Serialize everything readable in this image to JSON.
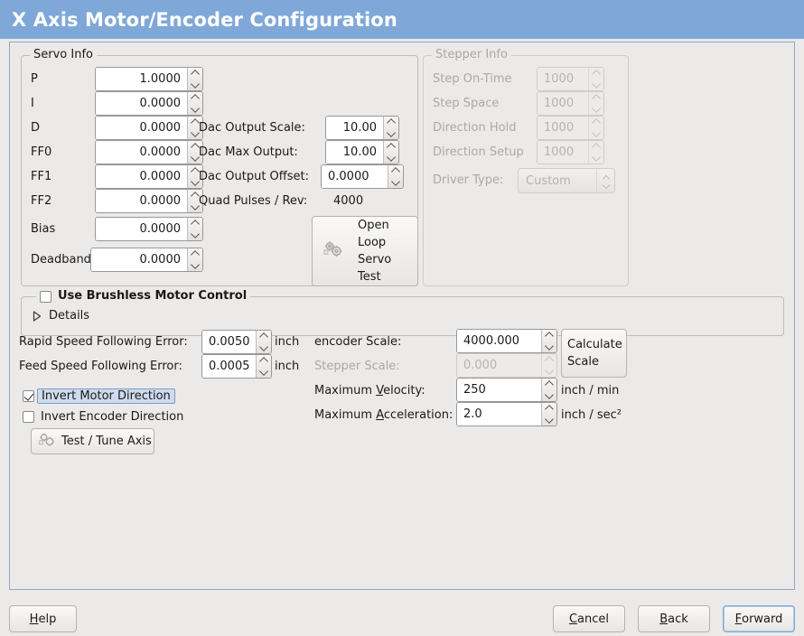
{
  "window": {
    "title": "X Axis Motor/Encoder Configuration",
    "title_bar_color": "#7FA8D8",
    "panel_border_color": "#8AA9D0",
    "background_color": "#ECEAE8"
  },
  "servo_info": {
    "legend": "Servo Info",
    "fields": [
      {
        "label": "P",
        "value": "1.0000"
      },
      {
        "label": "I",
        "value": "0.0000"
      },
      {
        "label": "D",
        "value": "0.0000"
      },
      {
        "label": "FF0",
        "value": "0.0000"
      },
      {
        "label": "FF1",
        "value": "0.0000"
      },
      {
        "label": "FF2",
        "value": "0.0000"
      },
      {
        "label": "Bias",
        "value": "0.0000"
      },
      {
        "label": "Deadband",
        "value": "0.0000"
      }
    ],
    "dac": [
      {
        "label": "Dac Output Scale:",
        "value": "10.00"
      },
      {
        "label": "Dac Max Output:",
        "value": "10.00"
      },
      {
        "label": "Dac Output Offset:",
        "value": "0.0000"
      }
    ],
    "quad_pulses_label": "Quad Pulses / Rev:",
    "quad_pulses_value": "4000",
    "open_loop_button": {
      "line1": "Open",
      "line2": "Loop",
      "line3": "Servo",
      "line4": "Test"
    }
  },
  "stepper_info": {
    "legend": "Stepper Info",
    "enabled": false,
    "fields": [
      {
        "label": "Step On-Time",
        "value": "1000"
      },
      {
        "label": "Step Space",
        "value": "1000"
      },
      {
        "label": "Direction Hold",
        "value": "1000"
      },
      {
        "label": "Direction Setup",
        "value": "1000"
      }
    ],
    "driver_type_label": "Driver Type:",
    "driver_type_value": "Custom"
  },
  "brushless": {
    "checkbox_label": "Use Brushless Motor Control",
    "checked": false,
    "details_label": "Details",
    "details_expanded": false
  },
  "tuning": {
    "rapid_label": "Rapid Speed Following Error:",
    "rapid_value": "0.0050",
    "rapid_unit": "inch",
    "feed_label": "Feed Speed Following Error:",
    "feed_value": "0.0005",
    "feed_unit": "inch",
    "invert_motor_label": "Invert Motor Direction",
    "invert_motor_checked": true,
    "invert_encoder_label": "Invert Encoder Direction",
    "invert_encoder_checked": false,
    "test_tune_label": "Test / Tune Axis"
  },
  "scales": {
    "encoder_scale_label": "encoder Scale:",
    "encoder_scale_value": "4000.000",
    "stepper_scale_label": "Stepper Scale:",
    "stepper_scale_value": "0.000",
    "stepper_scale_enabled": false,
    "calculate_line1": "Calculate",
    "calculate_line2": "Scale",
    "max_velocity_label_pre": "Maximum ",
    "max_velocity_label_key": "V",
    "max_velocity_label_post": "elocity:",
    "max_velocity_value": "250",
    "max_velocity_unit": "inch / min",
    "max_accel_label_pre": "Maximum ",
    "max_accel_label_key": "A",
    "max_accel_label_post": "cceleration:",
    "max_accel_value": "2.0",
    "max_accel_unit": "inch / sec²"
  },
  "footer": {
    "help_pre": "",
    "help_key": "H",
    "help_post": "elp",
    "cancel_pre": "",
    "cancel_key": "C",
    "cancel_post": "ancel",
    "back_pre": "",
    "back_key": "B",
    "back_post": "ack",
    "forward_pre": "",
    "forward_key": "F",
    "forward_post": "orward",
    "focused_button": "Forward"
  }
}
